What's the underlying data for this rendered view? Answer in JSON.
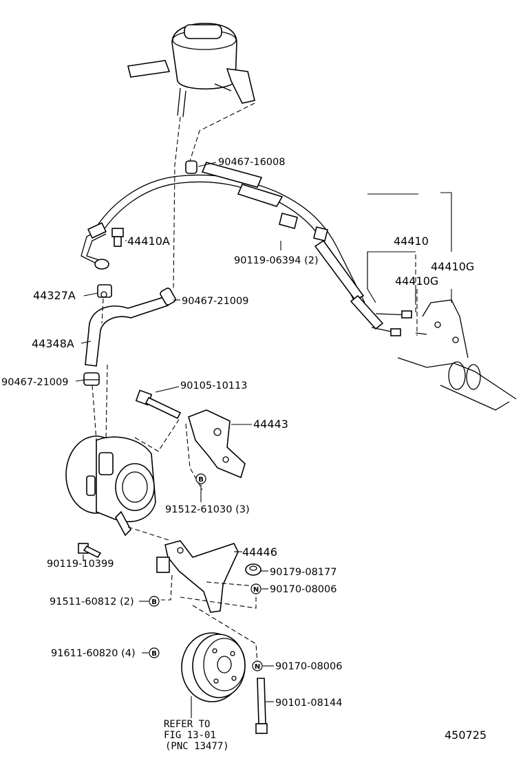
{
  "labels": {
    "hose_clamp_upper": "90467-16008",
    "bolt_06394": "90119-06394 (2)",
    "pressure_tube_a": "44410A",
    "clamp_44327a": "44327A",
    "clamp_21009_upper": "90467-21009",
    "hose_44348a": "44348A",
    "clamp_21009_lower": "90467-21009",
    "bolt_10113": "90105-10113",
    "bracket_44443": "44443",
    "bolt_61030": "91512-61030 (3)",
    "bolt_10399": "90119-10399",
    "bracket_44446": "44446",
    "nut_08177": "90179-08177",
    "nut_08006_upper": "90170-08006",
    "bolt_60812": "91511-60812 (2)",
    "bolt_60820": "91611-60820 (4)",
    "nut_08006_lower": "90170-08006",
    "bolt_08144": "90101-08144",
    "tube_44410": "44410",
    "tube_44410g_a": "44410G",
    "tube_44410g_b": "44410G",
    "diagram_number": "450725"
  },
  "badges": {
    "b": "B",
    "n": "N"
  },
  "note": {
    "line1": "REFER TO",
    "line2": "FIG 13-01",
    "line3": "(PNC 13477)"
  }
}
